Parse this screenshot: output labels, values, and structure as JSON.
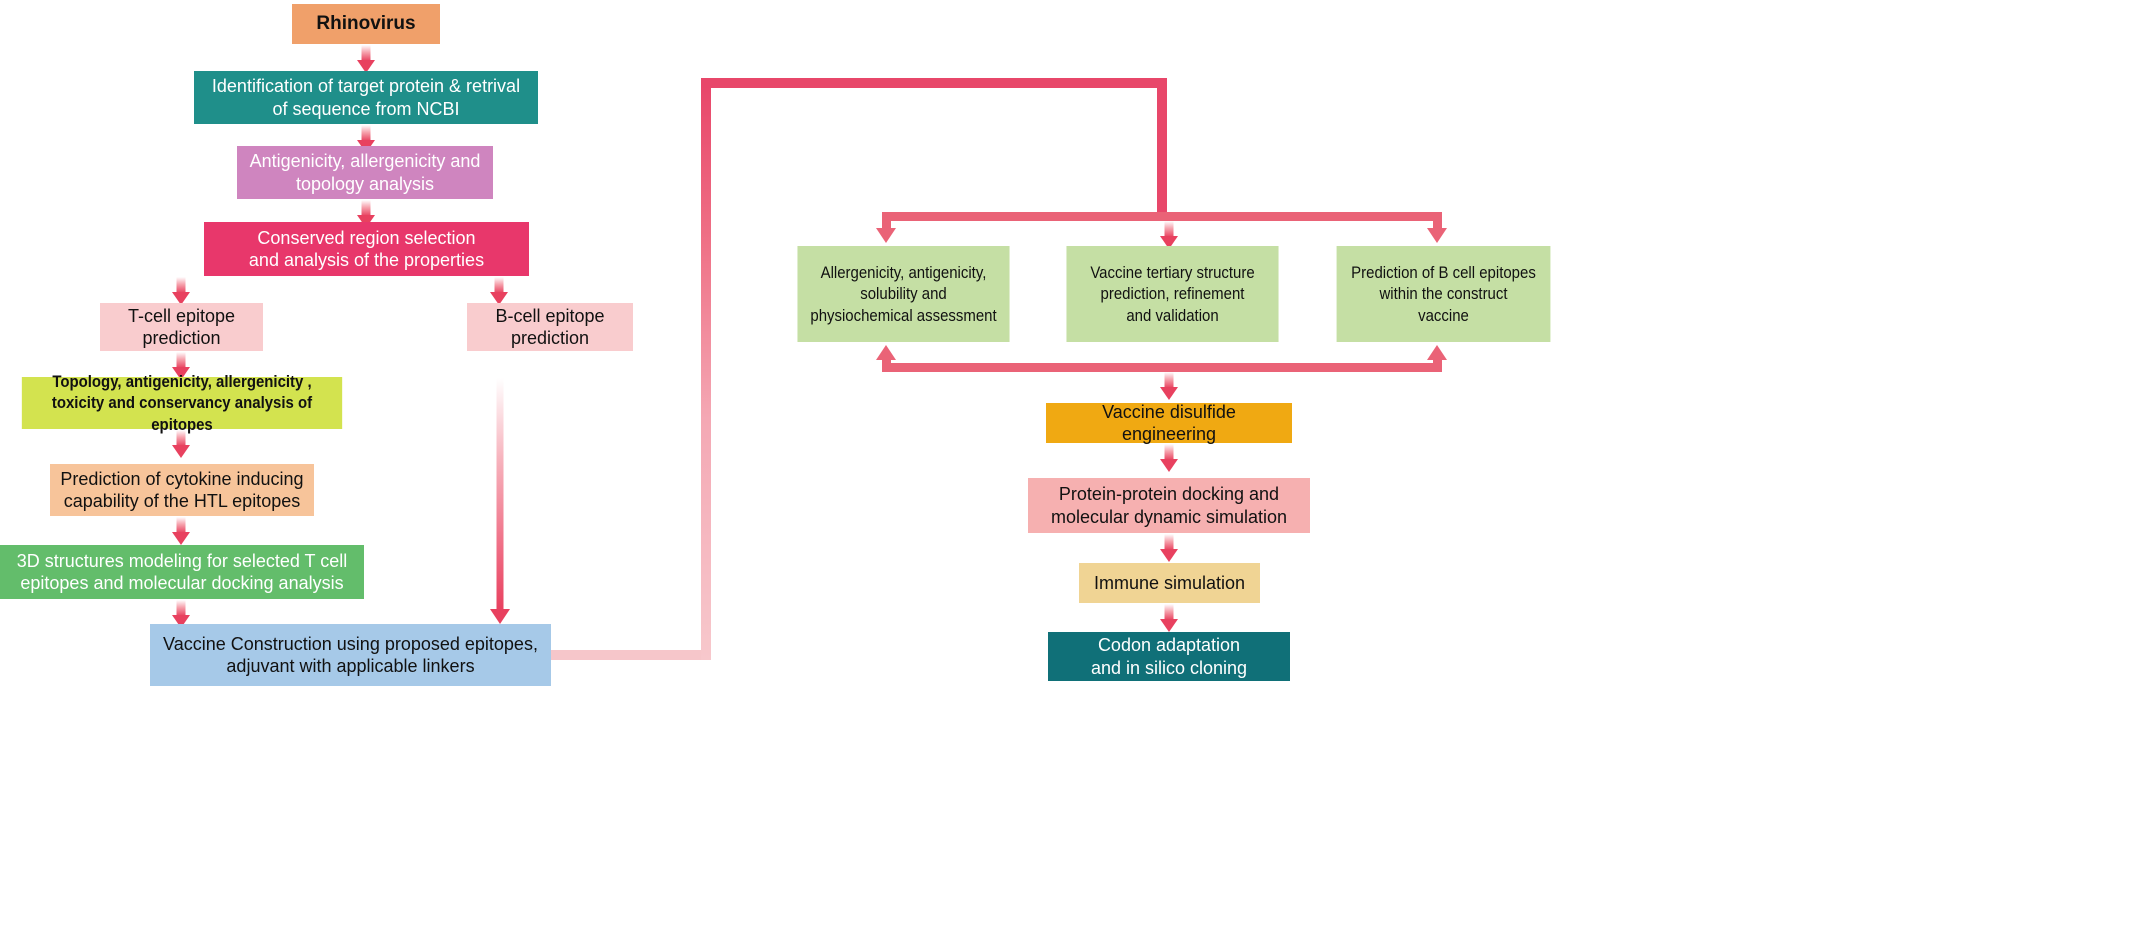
{
  "diagram": {
    "title": "Rhinovirus reverse vaccinology pipeline flowchart",
    "colors": {
      "orange": "#f0a06a",
      "teal": "#1f8f8a",
      "orchid": "#cf85bf",
      "crimson": "#e8376b",
      "pale_pink": "#f9ccce",
      "lime": "#d3e34f",
      "peach": "#f7c49a",
      "green": "#63bd6b",
      "blue": "#a6c9e8",
      "light_green": "#c5dfa4",
      "amber": "#f0a912",
      "salmon": "#f6b0b0",
      "sand": "#f0d494",
      "dark_teal": "#107078",
      "connector_pink": "#e8476a",
      "connector_soft": "#f6c6ca"
    },
    "nodes": [
      {
        "id": "rhinovirus",
        "label": "Rhinovirus"
      },
      {
        "id": "identification",
        "label": "Identification of target protein & retrival\nof sequence from NCBI"
      },
      {
        "id": "antigenicity",
        "label": "Antigenicity, allergenicity and\ntopology analysis"
      },
      {
        "id": "conserved",
        "label": "Conserved region selection\nand analysis of the properties"
      },
      {
        "id": "tcell",
        "label": "T-cell epitope\nprediction"
      },
      {
        "id": "bcell",
        "label": "B-cell epitope\nprediction"
      },
      {
        "id": "topology",
        "label": "Topology, antigenicity, allergenicity ,\ntoxicity and conservancy analysis of epitopes"
      },
      {
        "id": "cytokine",
        "label": "Prediction of cytokine inducing\ncapability of the HTL epitopes"
      },
      {
        "id": "modeling3d",
        "label": "3D structures modeling for selected T cell\nepitopes and molecular docking analysis"
      },
      {
        "id": "construction",
        "label": "Vaccine Construction using proposed epitopes,\nadjuvant with applicable linkers"
      },
      {
        "id": "allergenicity2",
        "label": "Allergenicity, antigenicity,\nsolubility and\nphysiochemical assessment"
      },
      {
        "id": "tertiary",
        "label": "Vaccine tertiary structure\nprediction, refinement\nand validation"
      },
      {
        "id": "bcell_construct",
        "label": "Prediction of B cell epitopes\nwithin the construct\nvaccine"
      },
      {
        "id": "disulfide",
        "label": "Vaccine disulfide engineering"
      },
      {
        "id": "docking",
        "label": "Protein-protein docking and\nmolecular dynamic simulation"
      },
      {
        "id": "immune",
        "label": "Immune simulation"
      },
      {
        "id": "codon",
        "label": "Codon adaptation\nand in silico cloning"
      }
    ]
  }
}
